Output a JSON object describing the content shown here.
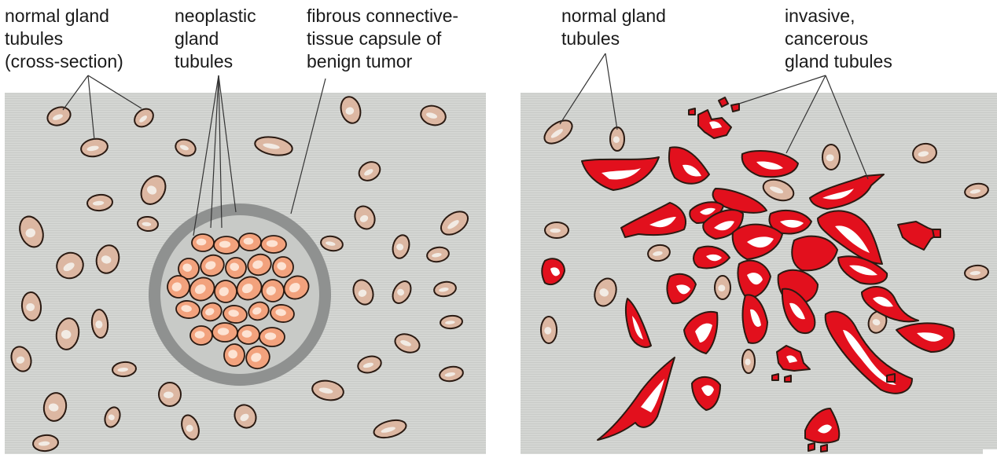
{
  "left_panel": {
    "label_normal": "normal gland\ntubules\n(cross-section)",
    "label_neoplastic": "neoplastic\ngland\ntubules",
    "label_capsule": "fibrous connective-\ntissue capsule of\nbenign tumor"
  },
  "right_panel": {
    "label_normal": "normal gland\ntubules",
    "label_invasive": "invasive,\ncancerous\ngland tubules"
  },
  "colors": {
    "tissue_bg": "#d4d6d3",
    "normal_fill": "#dcb7a2",
    "normal_lumen": "#f2ebe4",
    "neoplastic_fill": "#f2a27d",
    "neoplastic_lumen": "#fde3d3",
    "capsule": "#8f9190",
    "cancer_fill": "#e2101d",
    "cancer_lumen": "#ffffff",
    "outline": "#2a1a12"
  }
}
